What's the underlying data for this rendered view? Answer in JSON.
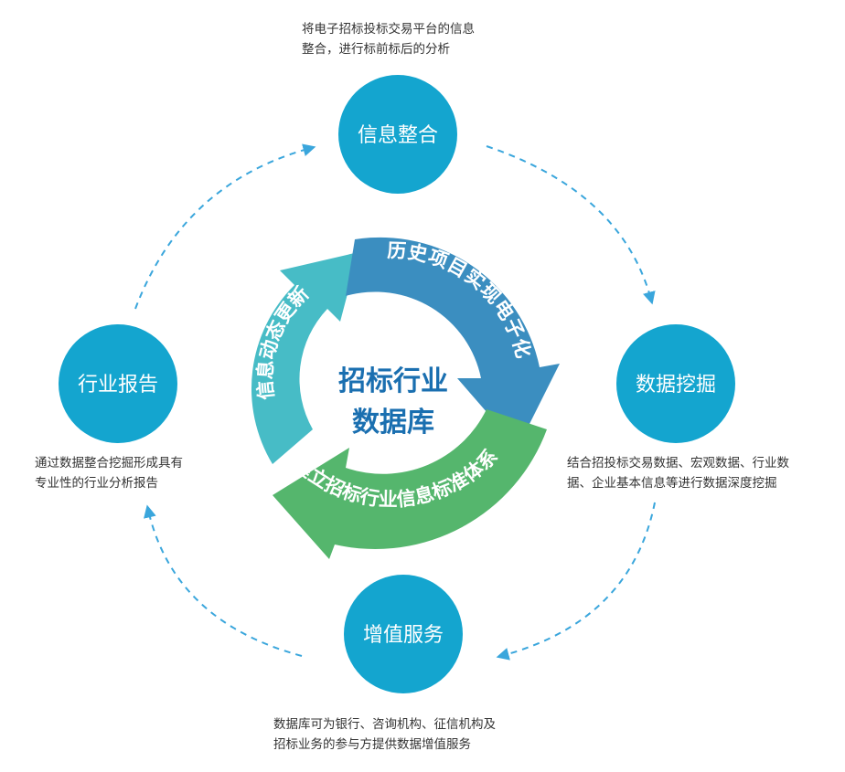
{
  "center": {
    "line1": "招标行业",
    "line2": "数据库"
  },
  "cycle_arrows": {
    "top_right": "历史项目实现电子化",
    "bottom": "建立招标行业信息标准体系",
    "left": "信息动态更新"
  },
  "nodes": {
    "top": {
      "label": "信息整合",
      "desc_line1": "将电子招标投标交易平台的信息",
      "desc_line2": "整合，进行标前标后的分析"
    },
    "right": {
      "label": "数据挖掘",
      "desc_line1": "结合招投标交易数据、宏观数据、行业数",
      "desc_line2": "据、企业基本信息等进行数据深度挖掘"
    },
    "bottom": {
      "label": "增值服务",
      "desc_line1": "数据库可为银行、咨询机构、征信机构及",
      "desc_line2": "招标业务的参与方提供数据增值服务"
    },
    "left": {
      "label": "行业报告",
      "desc_line1": "通过数据整合挖掘形成具有",
      "desc_line2": "专业性的行业分析报告"
    }
  },
  "colors": {
    "node_fill": "#14a5cf",
    "arrow_teal": "#47bcc6",
    "arrow_blue": "#3b8ec0",
    "arrow_green": "#55b66d",
    "center_text": "#1a6fb0",
    "dash": "#3aa6dc",
    "desc_text": "#333333"
  }
}
